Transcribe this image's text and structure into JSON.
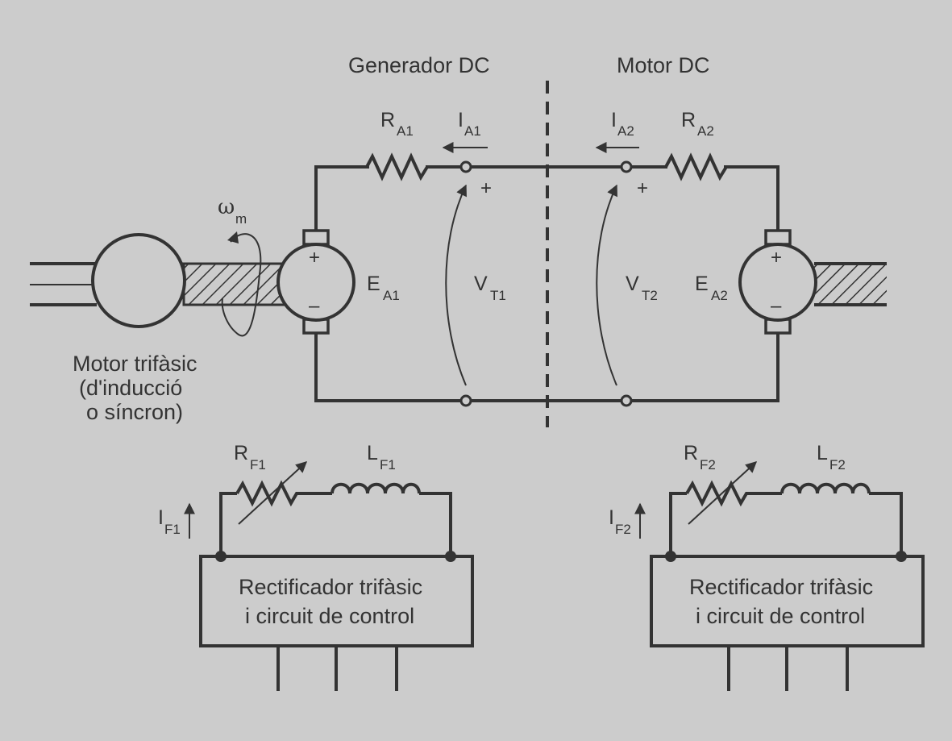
{
  "colors": {
    "background": "#cccccc",
    "ink": "#333333"
  },
  "labels": {
    "generator": "Generador DC",
    "motor": "Motor DC",
    "ra1_main": "R",
    "ra1_sub": "A1",
    "ra2_main": "R",
    "ra2_sub": "A2",
    "ia1_main": "I",
    "ia1_sub": "A1",
    "ia2_main": "I",
    "ia2_sub": "A2",
    "ea1_main": "E",
    "ea1_sub": "A1",
    "ea2_main": "E",
    "ea2_sub": "A2",
    "vt1_main": "V",
    "vt1_sub": "T1",
    "vt2_main": "V",
    "vt2_sub": "T2",
    "omega_main": "ω",
    "omega_sub": "m",
    "plus": "+",
    "minus": "–",
    "motor_trifasic": [
      "Motor trifàsic",
      "(d'inducció",
      "o síncron)"
    ],
    "rf1_main": "R",
    "rf1_sub": "F1",
    "lf1_main": "L",
    "lf1_sub": "F1",
    "rf2_main": "R",
    "rf2_sub": "F2",
    "lf2_main": "L",
    "lf2_sub": "F2",
    "if1_main": "I",
    "if1_sub": "F1",
    "if2_main": "I",
    "if2_sub": "F2",
    "rect1": [
      "Rectificador trifàsic",
      "i circuit de control"
    ],
    "rect2": [
      "Rectificador trifàsic",
      "i circuit de control"
    ]
  }
}
